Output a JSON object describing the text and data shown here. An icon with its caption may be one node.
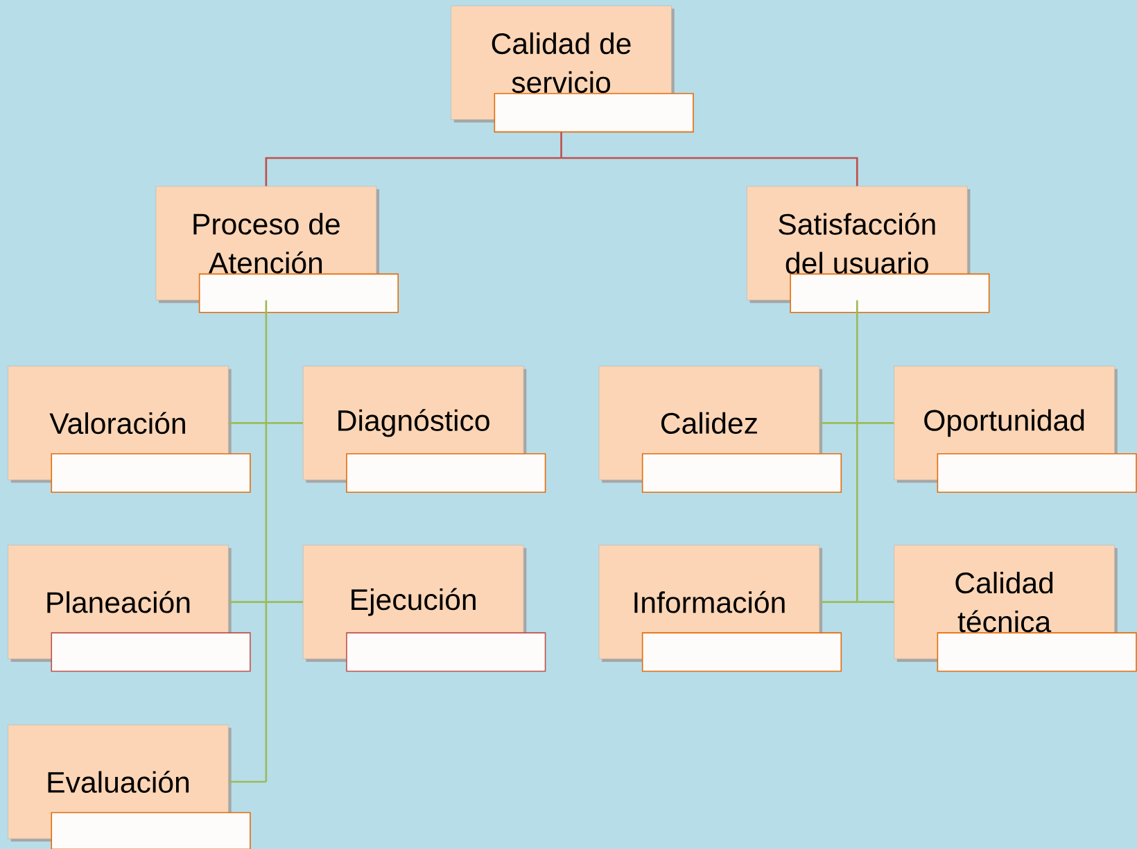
{
  "diagram": {
    "nodes": [
      {
        "text": [
          "Calidad de servicio"
        ]
      },
      {
        "text": [
          "Proceso de Atención"
        ]
      },
      {
        "text": [
          "Satisfacción del usuario"
        ]
      },
      {
        "text": [
          "Valoración"
        ]
      },
      {
        "text": [
          "Diagnóstico"
        ]
      },
      {
        "text": [
          "Calidez"
        ]
      },
      {
        "text": [
          "Oportunidad"
        ]
      },
      {
        "text": [
          "Planeación"
        ]
      },
      {
        "text": [
          "Ejecución"
        ]
      },
      {
        "text": [
          "Información"
        ]
      },
      {
        "text": [
          "Calidad técnica"
        ]
      },
      {
        "text": [
          "Evaluación"
        ]
      }
    ],
    "edges": [
      {
        "from": 0,
        "to": 1,
        "arrow": "none",
        "color": "#c0504d"
      },
      {
        "from": 0,
        "to": 2,
        "arrow": "none",
        "color": "#c0504d"
      },
      {
        "from": 1,
        "to": 3,
        "arrow": "none"
      },
      {
        "from": 1,
        "to": 4,
        "arrow": "none"
      },
      {
        "from": 1,
        "to": 7,
        "arrow": "none"
      },
      {
        "from": 1,
        "to": 8,
        "arrow": "none"
      },
      {
        "from": 1,
        "to": 11,
        "arrow": "none"
      },
      {
        "from": 2,
        "to": 5,
        "arrow": "none"
      },
      {
        "from": 2,
        "to": 6,
        "arrow": "none"
      },
      {
        "from": 2,
        "to": 9,
        "arrow": "none"
      },
      {
        "from": 2,
        "to": 10,
        "arrow": "none"
      }
    ]
  }
}
